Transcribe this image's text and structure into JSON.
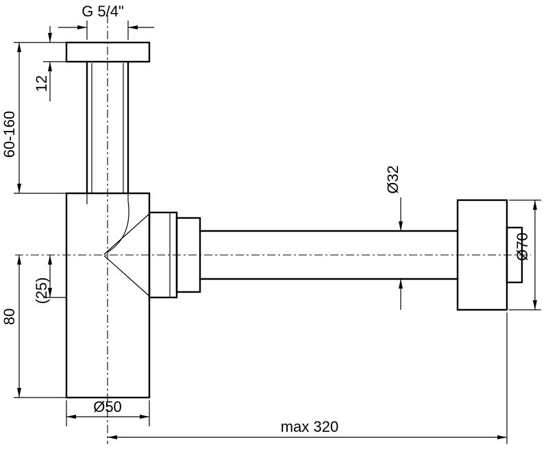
{
  "drawing": {
    "background": "#ffffff",
    "line_color": "#000000",
    "labels": {
      "thread_size": "G 5/4\"",
      "flange_height": "12",
      "adjustable_height": "60-160",
      "body_depth": "80",
      "outlet_offset": "(25)",
      "body_diameter": "Ø50",
      "pipe_diameter": "Ø32",
      "rosette_diameter": "Ø70",
      "max_length": "max 320"
    }
  }
}
